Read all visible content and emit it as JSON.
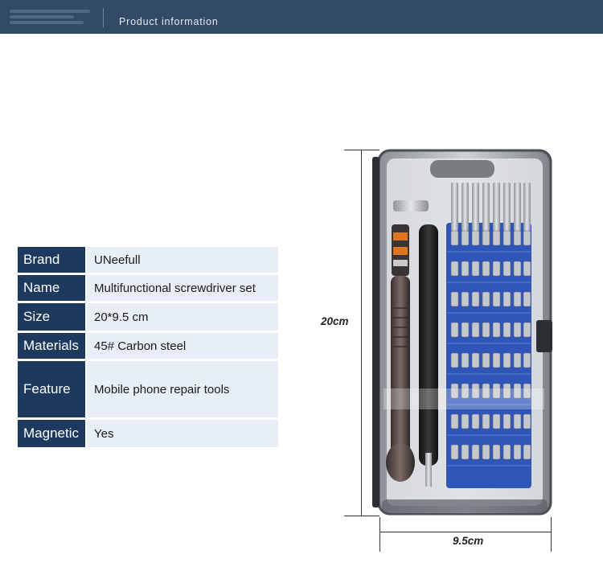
{
  "header": {
    "title": "Product information"
  },
  "specs": [
    {
      "key": "Brand",
      "value": "UNeefull"
    },
    {
      "key": "Name",
      "value": "Multifunctional screwdriver set"
    },
    {
      "key": "Size",
      "value": "20*9.5 cm"
    },
    {
      "key": "Materials",
      "value": "45# Carbon steel"
    },
    {
      "key": "Feature",
      "value": "Mobile phone repair tools"
    },
    {
      "key": "Magnetic",
      "value": "Yes"
    }
  ],
  "dimensions": {
    "height": "20cm",
    "width": "9.5cm"
  },
  "colors": {
    "header_bg": "#324a66",
    "key_bg": "#1d3a5e",
    "value_bg": "#e7eef6",
    "bit_tray": "#2f55b8",
    "handle_accent": "#e0751f"
  }
}
